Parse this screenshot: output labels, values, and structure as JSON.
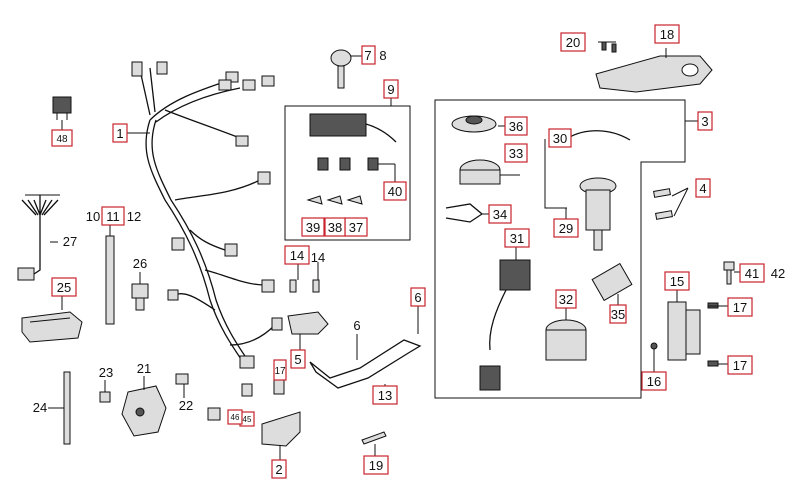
{
  "colors": {
    "label_box": "#c8232c",
    "line": "#111111"
  },
  "labels": {
    "p1": "1",
    "p2": "2",
    "p3": "3",
    "p4": "4",
    "p5": "5",
    "p6a": "6",
    "p6b": "6",
    "p7": "7",
    "p8": "8",
    "p9": "9",
    "p10": "10",
    "p11": "11",
    "p12": "12",
    "p13": "13",
    "p14a": "14",
    "p14b": "14",
    "p15": "15",
    "p16": "16",
    "p17a": "17",
    "p17b": "17",
    "p17c": "17",
    "p18": "18",
    "p19": "19",
    "p20": "20",
    "p21": "21",
    "p22": "22",
    "p23": "23",
    "p24": "24",
    "p25": "25",
    "p26": "26",
    "p27": "27",
    "p29": "29",
    "p30": "30",
    "p31": "31",
    "p32": "32",
    "p33": "33",
    "p34": "34",
    "p35": "35",
    "p36": "36",
    "p37": "37",
    "p38": "38",
    "p39": "39",
    "p40": "40",
    "p41": "41",
    "p42": "42",
    "p45": "45",
    "p46": "46",
    "p48": "48"
  }
}
